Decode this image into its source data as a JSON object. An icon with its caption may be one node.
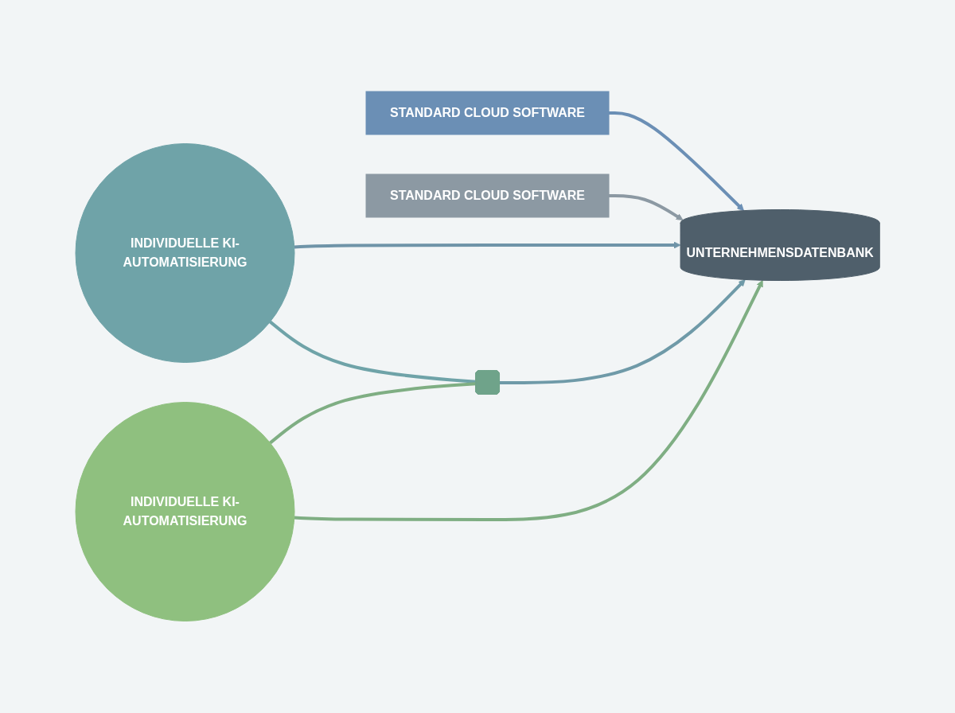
{
  "diagram": {
    "nodes": [
      {
        "text": [
          "STANDARD CLOUD SOFTWARE"
        ]
      },
      {
        "text": [
          "STANDARD CLOUD SOFTWARE"
        ]
      },
      {
        "text": [
          "UNTERNEHMENSDATENBANK"
        ]
      },
      {
        "text": [
          "INDIVIDUELLE KI-AUTOMATISIERUNG"
        ]
      },
      {
        "text": [
          "INDIVIDUELLE KI-AUTOMATISIERUNG"
        ]
      },
      {
        "text": [],
        "shape": "lock"
      }
    ],
    "edges": [
      {
        "from": 0,
        "to": 2,
        "arrow": "to",
        "color": "#6b8fb5"
      },
      {
        "from": 1,
        "to": 2,
        "arrow": "to",
        "color": "#8c99a3"
      },
      {
        "from": 3,
        "to": 2,
        "arrow": "to",
        "color": "#6f94a8"
      },
      {
        "from": 3,
        "to": 5,
        "arrow": "none",
        "color": "#6fa3a8"
      },
      {
        "from": 4,
        "to": 5,
        "arrow": "none",
        "color": "#7fae83"
      },
      {
        "from": 5,
        "to": 2,
        "arrow": "to",
        "color": "#6f9aa8"
      },
      {
        "from": 4,
        "to": 2,
        "arrow": "to",
        "color": "#7fae83"
      }
    ]
  }
}
